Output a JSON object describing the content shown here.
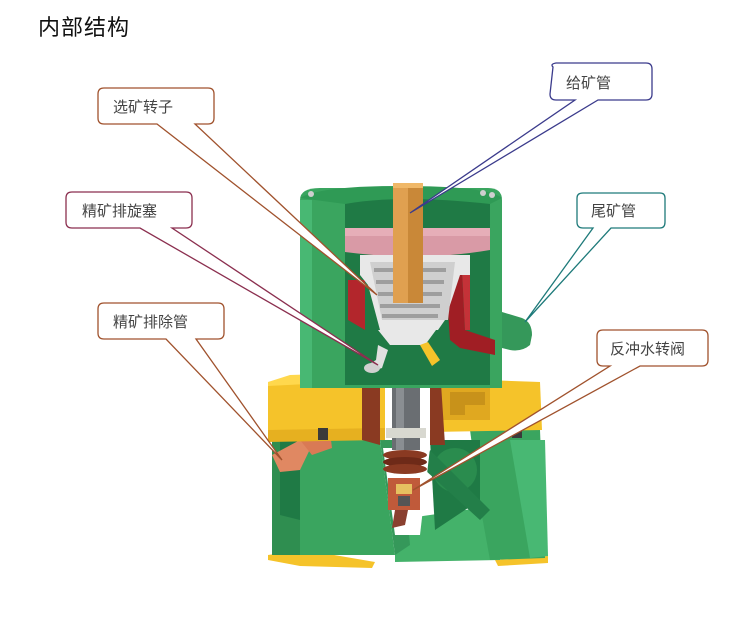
{
  "title": "内部结构",
  "colors": {
    "green": "#3aa55f",
    "green_dark": "#1f7a45",
    "green_light": "#55c07a",
    "yellow": "#f5c32a",
    "orange_pipe": "#e0a050",
    "pink": "#d99aa6",
    "red": "#b3262c",
    "brown": "#8a3a22",
    "gray": "#6a6e72"
  },
  "callouts": [
    {
      "id": "ore-feed-pipe",
      "label": "给矿管",
      "border_color": "#3b3b8c",
      "line_color": "#2b2b9a"
    },
    {
      "id": "separation-rotor",
      "label": "选矿转子",
      "border_color": "#a0522d",
      "line_color": "#8b2f1a"
    },
    {
      "id": "tailings-pipe",
      "label": "尾矿管",
      "border_color": "#1e7a7a",
      "line_color": "#1e7a7a"
    },
    {
      "id": "concentrate-discharge-plug",
      "label": "精矿排旋塞",
      "border_color": "#8b2f4f",
      "line_color": "#8b2f4f"
    },
    {
      "id": "concentrate-discharge-pipe",
      "label": "精矿排除管",
      "border_color": "#a0522d",
      "line_color": "#8b2f1a"
    },
    {
      "id": "backflush-rotary-valve",
      "label": "反冲水转阀",
      "border_color": "#a0522d",
      "line_color": "#8b2f1a"
    }
  ]
}
